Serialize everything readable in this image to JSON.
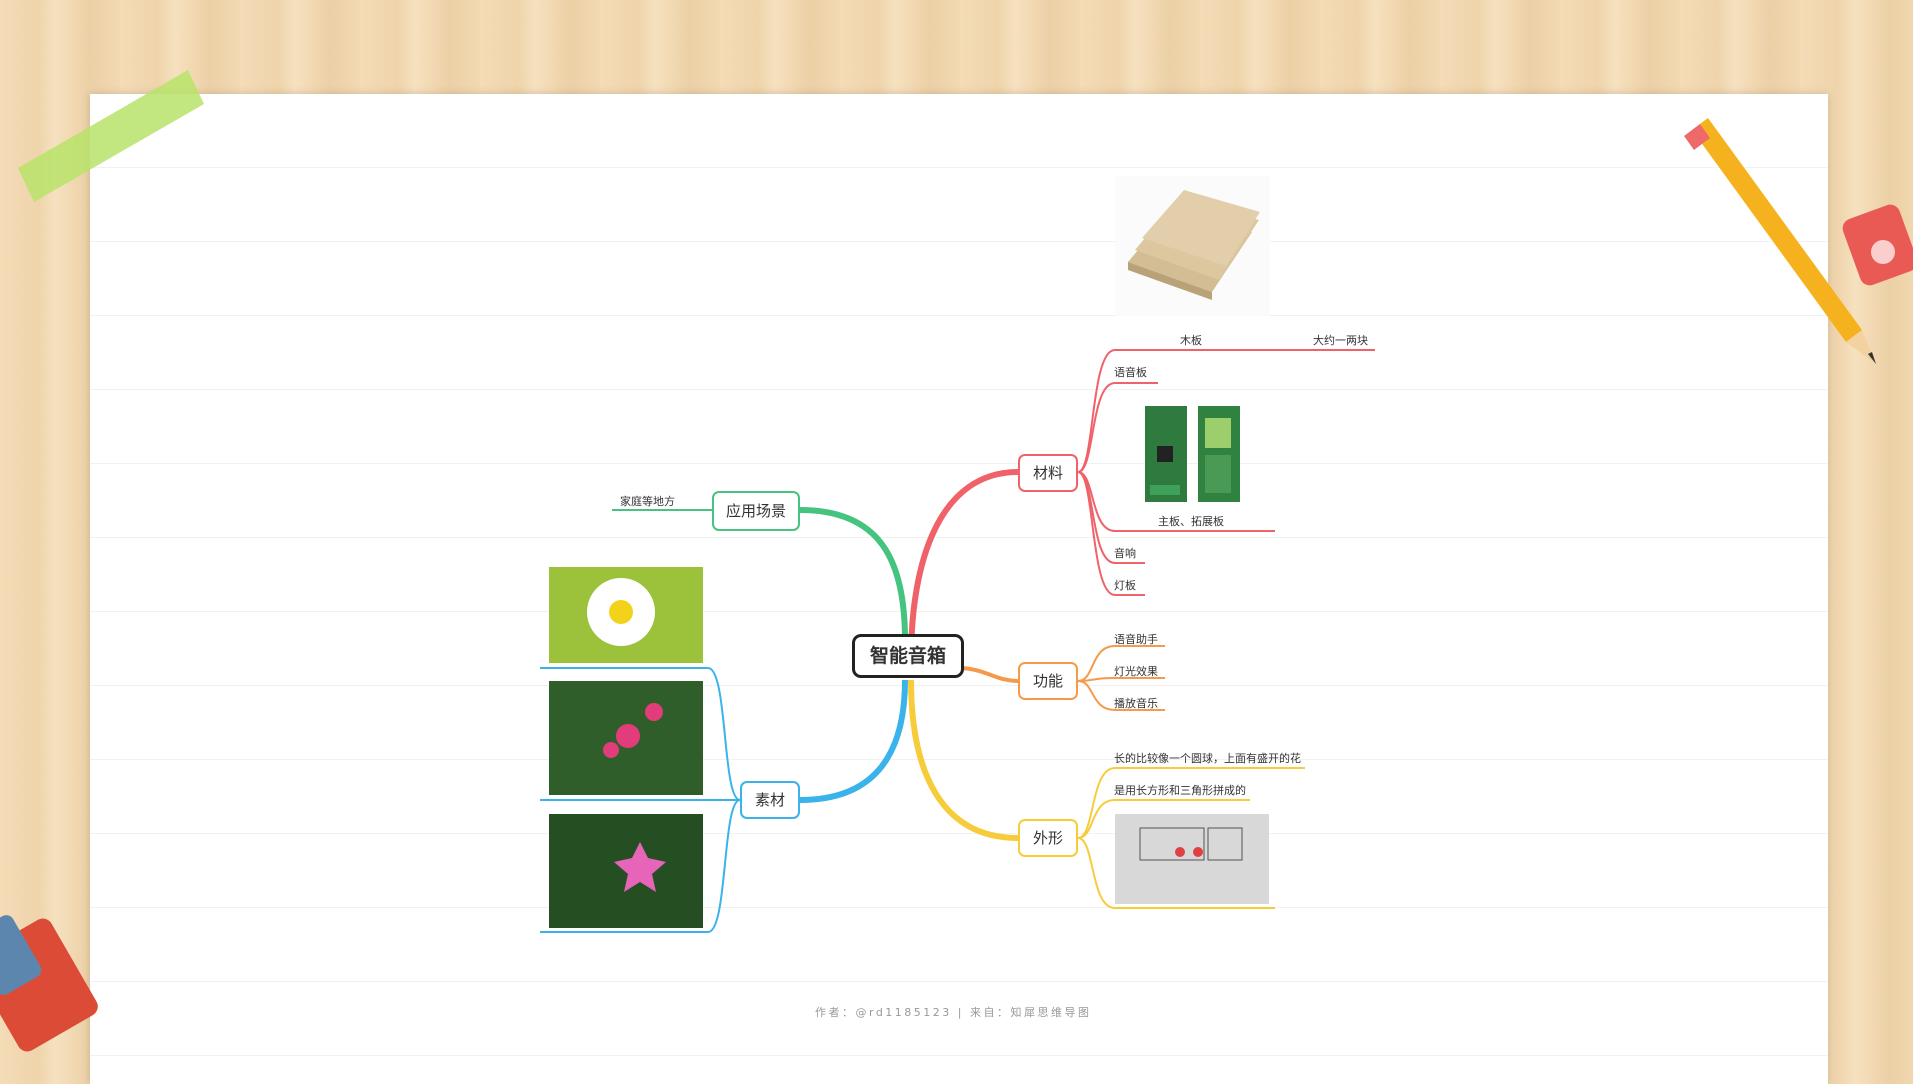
{
  "central": "智能音箱",
  "branches": {
    "materials": {
      "label": "材料",
      "color": "#f0626a",
      "items": [
        "木板",
        "大约一两块",
        "语音板",
        "主板、拓展板",
        "音响",
        "灯板"
      ]
    },
    "functions": {
      "label": "功能",
      "color": "#f59a4a",
      "items": [
        "语音助手",
        "灯光效果",
        "播放音乐"
      ]
    },
    "shape": {
      "label": "外形",
      "color": "#f7cc3a",
      "items": [
        "长的比较像一个圆球，上面有盛开的花",
        "是用长方形和三角形拼成的"
      ]
    },
    "scenes": {
      "label": "应用场景",
      "color": "#44c47e",
      "items": [
        "家庭等地方"
      ]
    },
    "assets": {
      "label": "素材",
      "color": "#3ab3ea"
    }
  },
  "images": {
    "wood": "wood-board-photo",
    "boards": "main-board-expansion-board-photo",
    "sketch": "shape-sketch-image",
    "flower1": "white-daisy-photo",
    "flower2": "pink-flower-photo",
    "flower3": "pink-star-flower-photo"
  },
  "footer": "作者：@rd1185123 | 来自：知犀思维导图"
}
